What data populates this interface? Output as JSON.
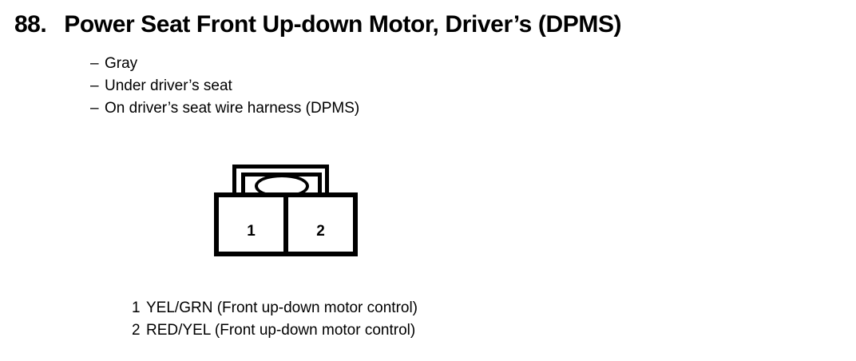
{
  "page": {
    "background_color": "#ffffff",
    "ink_color": "#000000"
  },
  "heading": {
    "number": "88.",
    "title": "Power Seat Front Up-down Motor, Driver’s (DPMS)"
  },
  "attributes": {
    "bullet": "–",
    "items": [
      "Gray",
      "Under driver’s seat",
      "On driver’s seat wire harness (DPMS)"
    ]
  },
  "connector": {
    "cavities": [
      {
        "number": "1"
      },
      {
        "number": "2"
      }
    ]
  },
  "pins": [
    {
      "number": "1",
      "description": "YEL/GRN (Front up-down motor control)"
    },
    {
      "number": "2",
      "description": "RED/YEL (Front up-down motor control)"
    }
  ]
}
